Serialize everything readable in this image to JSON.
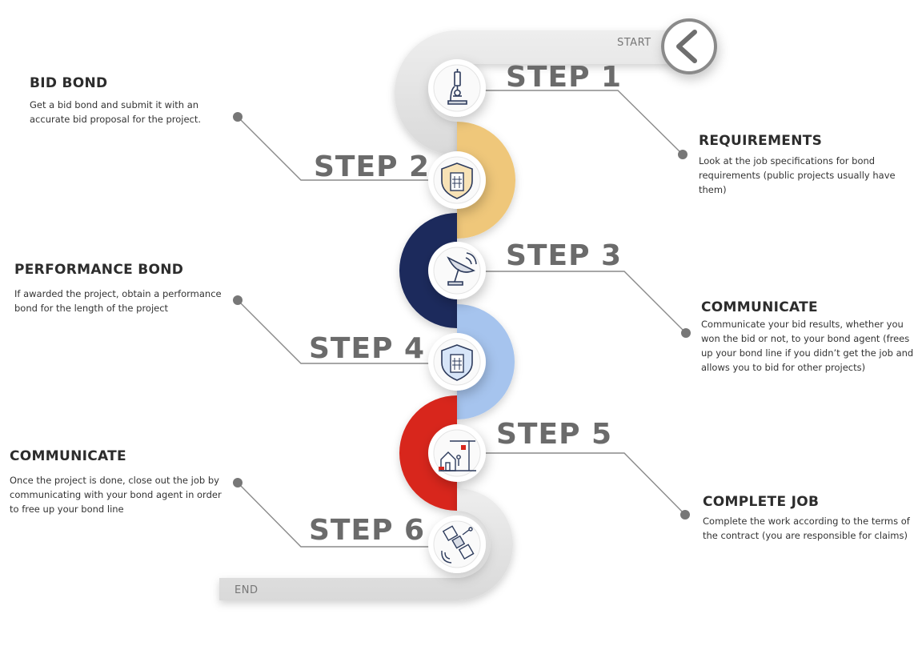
{
  "labels": {
    "start": "START",
    "end": "END"
  },
  "steps": [
    {
      "label": "STEP 1",
      "icon": "microscope-icon",
      "side": "right",
      "color": "#e0e0e0",
      "title": "REQUIREMENTS",
      "text": "Look at the job specifications for bond requirements (public projects usually have them)"
    },
    {
      "label": "STEP 2",
      "icon": "shield-building-icon",
      "side": "left",
      "color": "#efc77a",
      "title": "BID BOND",
      "text": "Get a bid bond and submit it with an accurate bid proposal for the project."
    },
    {
      "label": "STEP 3",
      "icon": "satellite-dish-icon",
      "side": "right",
      "color": "#1b2a5c",
      "title": "COMMUNICATE",
      "text": "Communicate your bid results, whether you won the bid or not, to your bond agent (frees up your bond line if you didn’t get the job and allows you to bid for other projects)"
    },
    {
      "label": "STEP 4",
      "icon": "shield-building-icon",
      "side": "left",
      "color": "#a6c4ee",
      "title": "PERFORMANCE BOND",
      "text": "If awarded the project, obtain a performance bond for the length of the project"
    },
    {
      "label": "STEP 5",
      "icon": "construction-site-icon",
      "side": "right",
      "color": "#d8261c",
      "title": "COMPLETE JOB",
      "text": "Complete the work according to the terms of the contract (you are responsible for claims)"
    },
    {
      "label": "STEP 6",
      "icon": "satellite-icon",
      "side": "left",
      "color": "#e0e0e0",
      "title": "COMMUNICATE",
      "text": "Once the project is done, close out the job by communicating with your bond agent in order to free up your bond line"
    }
  ],
  "icons": {
    "start": "chevron-left-icon"
  }
}
